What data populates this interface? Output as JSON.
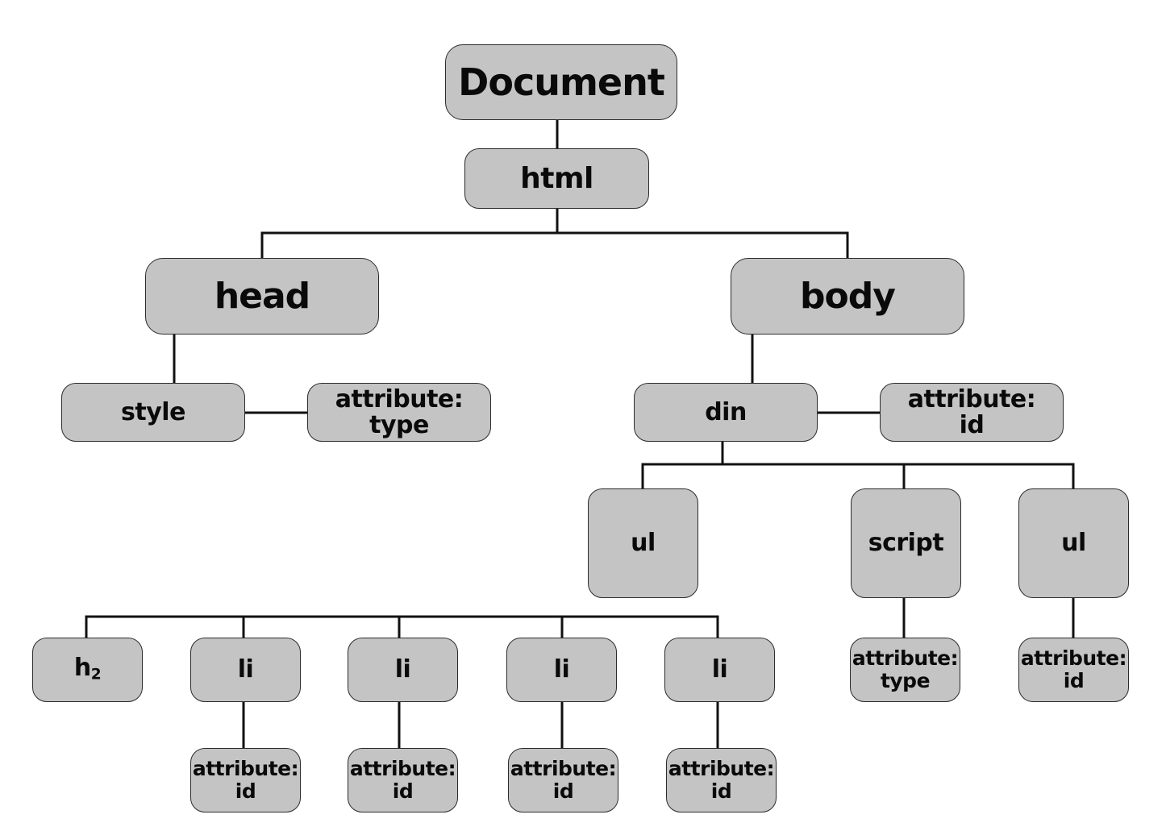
{
  "nodes": {
    "document": "Document",
    "html": "html",
    "head": "head",
    "body": "body",
    "style": "style",
    "style_attr": [
      "attribute:",
      "type"
    ],
    "din": "din",
    "din_attr": [
      "attribute:",
      "id"
    ],
    "ul_1": "ul",
    "script": "script",
    "ul_2": "ul",
    "h2": [
      "h",
      "2"
    ],
    "li_1": "li",
    "li_2": "li",
    "li_3": "li",
    "li_4": "li",
    "script_attr": [
      "attribute:",
      "type"
    ],
    "ul_2_attr": [
      "attribute:",
      "id"
    ],
    "li_1_attr": [
      "attribute:",
      "id"
    ],
    "li_2_attr": [
      "attribute:",
      "id"
    ],
    "li_3_attr": [
      "attribute:",
      "id"
    ],
    "li_4_attr": [
      "attribute:",
      "id"
    ]
  },
  "colors": {
    "node_fill": "#c4c4c4",
    "node_border": "#2b2b2b",
    "connector": "#111111",
    "background": "#ffffff"
  }
}
